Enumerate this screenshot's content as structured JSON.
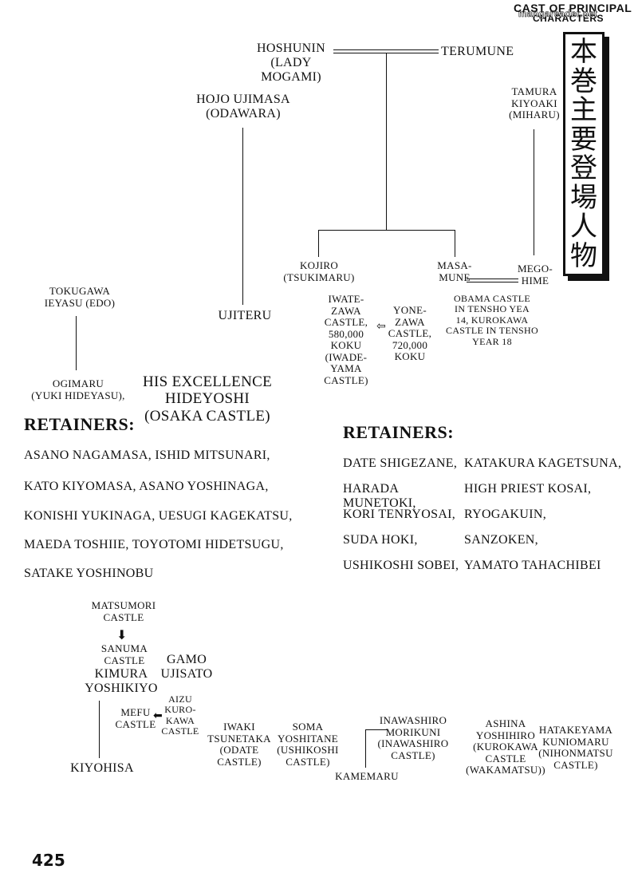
{
  "header": {
    "line1": "CAST OF PRINCIPAL",
    "line2": "CHARACTERS",
    "watermark": "mangareader.net"
  },
  "kanji_title": [
    "本",
    "巻",
    "主",
    "要",
    "登",
    "場",
    "人",
    "物"
  ],
  "top": {
    "hoshunin": "HOSHUNIN\n(LADY MOGAMI)",
    "terumune": "TERUMUNE",
    "hojo": "HOJO UJIMASA\n(ODAWARA)",
    "ujiteru": "UJITERU",
    "tamura": "TAMURA\nKIYOAKI\n(MIHARU)",
    "kojiro": "KOJIRO\n(TSUKIMARU)",
    "masamune": "MASA-\nMUNE",
    "megohime": "MEGO-\nHIME",
    "iwatezawa": "IWATE-\nZAWA\nCASTLE,\n580,000\nKOKU\n(IWADE-\nYAMA\nCASTLE)",
    "yonezawa": "YONE-\nZAWA\nCASTLE,\n720,000\nKOKU",
    "obama": "OBAMA CASTLE\nIN TENSHO YEA\n14, KUROKAWA\nCASTLE IN TENSHO\nYEAR 18",
    "tokugawa": "TOKUGAWA\nIEYASU (EDO)",
    "ogimaru": "OGIMARU\n(YUKI HIDEYASU),",
    "hideyoshi": "HIS EXCELLENCE\nHIDEYOSHI\n(OSAKA CASTLE)"
  },
  "retainers_left": {
    "heading": "RETAINERS:",
    "lines": [
      "ASANO NAGAMASA, ISHID MITSUNARI,",
      "KATO KIYOMASA,  ASANO YOSHINAGA,",
      "KONISHI YUKINAGA, UESUGI KAGEKATSU,",
      "MAEDA TOSHIIE, TOYOTOMI HIDETSUGU,",
      "SATAKE  YOSHINOBU"
    ]
  },
  "retainers_right": {
    "heading": "RETAINERS:",
    "rows": [
      [
        "DATE SHIGEZANE,",
        "KATAKURA KAGETSUNA,"
      ],
      [
        "HARADA MUNETOKI,",
        "HIGH PRIEST KOSAI,"
      ],
      [
        "KORI TENRYOSAI,",
        "RYOGAKUIN,"
      ],
      [
        "SUDA HOKI,",
        "SANZOKEN,"
      ],
      [
        "USHIKOSHI SOBEI,",
        "YAMATO TAHACHIBEI"
      ]
    ]
  },
  "bottom": {
    "matsumori": "MATSUMORI\nCASTLE",
    "sanuma": "SANUMA\nCASTLE",
    "kimura": "KIMURA\nYOSHIKIYO",
    "gamo": "GAMO\nUJISATO",
    "aizu": "AIZU\nKURO-\nKAWA\nCASTLE",
    "mefu": "MEFU\nCASTLE",
    "kiyohisa": "KIYOHISA",
    "iwaki": "IWAKI\nTSUNETAKA\n(ODATE\nCASTLE)",
    "soma": "SOMA\nYOSHITANE\n(USHIKOSHI\nCASTLE)",
    "inawashiro": "INAWASHIRO\nMORIKUNI\n(INAWASHIRO\nCASTLE)",
    "kamemaru": "KAMEMARU",
    "ashina": "ASHINA\nYOSHIHIRO\n(KUROKAWA\nCASTLE\n(WAKAMATSU))",
    "hatakeyama": "HATAKEYAMA\nKUNIOMARU\n(NIHONMATSU\nCASTLE)"
  },
  "page_number": "425"
}
